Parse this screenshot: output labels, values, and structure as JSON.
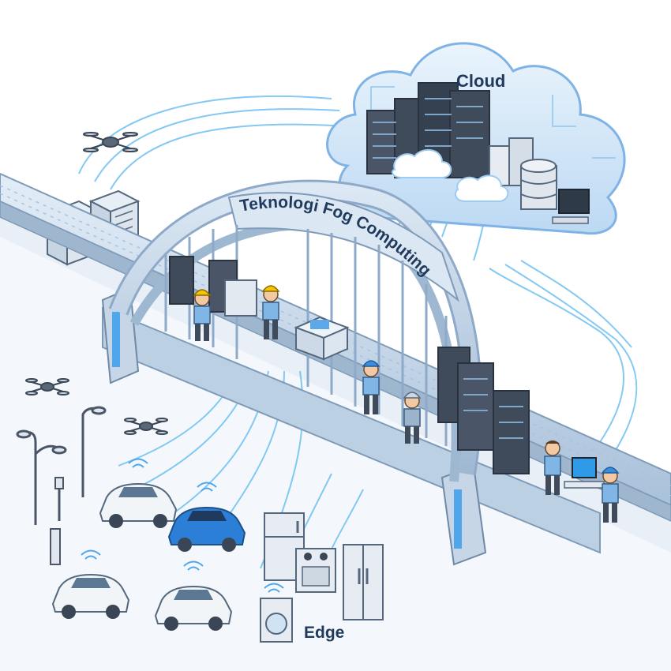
{
  "labels": {
    "cloud": "Cloud",
    "bridge_title": "Teknologi Fog Computing",
    "edge": "Edge"
  },
  "icons": [
    "cloud-icon",
    "server-rack-icon",
    "database-icon",
    "monitor-icon",
    "drone-icon",
    "street-lamp-icon",
    "car-icon",
    "refrigerator-icon",
    "stove-icon",
    "washing-machine-icon",
    "engineer-icon",
    "wifi-icon"
  ],
  "colors": {
    "bridge": "#c9d9ea",
    "bridge_dark": "#8eaac8",
    "cloud": "#d4e7f8",
    "cloud_edge": "#7fb3e6",
    "data_stream": "#5cb8f0",
    "server": "#3f4a5a",
    "car_white": "#f2f5f8",
    "car_blue": "#2b7fd6",
    "text": "#1f3a5c",
    "helmet": "#f5c400",
    "helmet_blue": "#3a8ee0"
  }
}
